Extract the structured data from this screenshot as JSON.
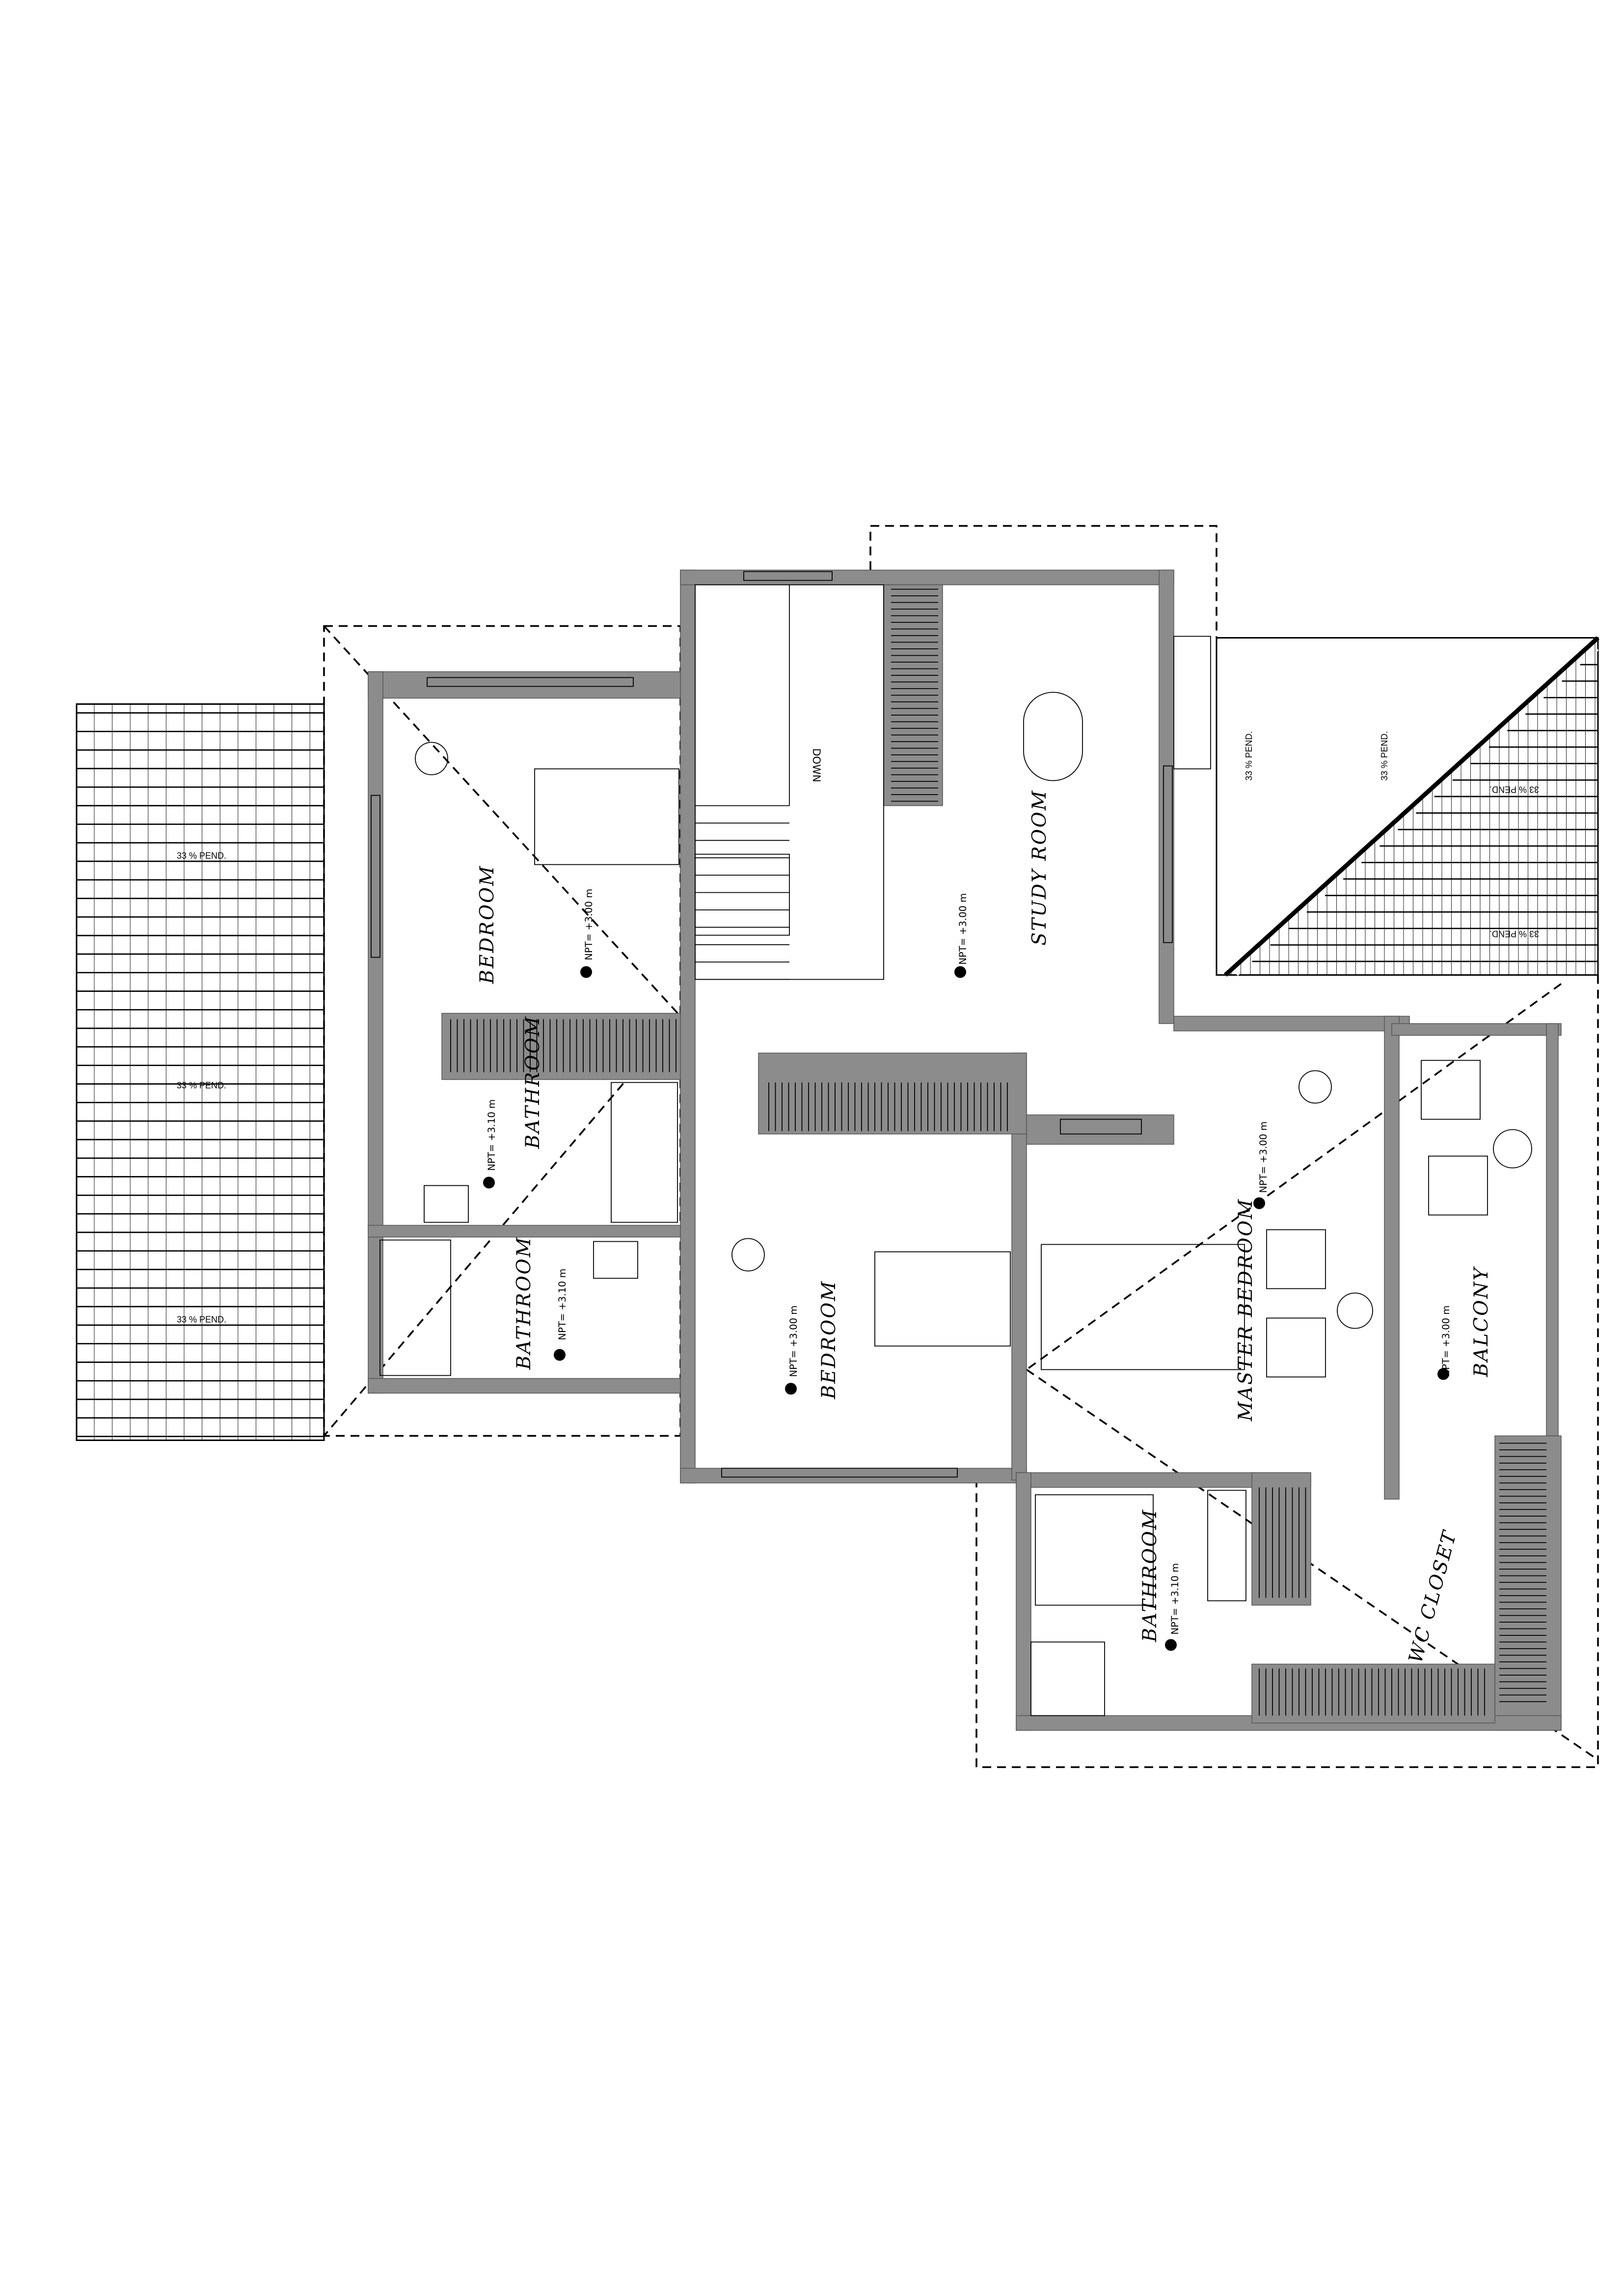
{
  "rooms": [
    {
      "id": "bedroom-left",
      "label": "BEDROOM",
      "level": "NPT=  +3.00  m"
    },
    {
      "id": "bathroom-upper-left",
      "label": "BATHROOM",
      "level": "NPT=  +3.10  m"
    },
    {
      "id": "bathroom-lower-left",
      "label": "BATHROOM",
      "level": "NPT=  +3.10  m"
    },
    {
      "id": "study-room",
      "label": "STUDY ROOM",
      "level": "NPT=  +3.00  m"
    },
    {
      "id": "bedroom-center",
      "label": "BEDROOM",
      "level": "NPT=  +3.00  m"
    },
    {
      "id": "master-bedroom",
      "label": "MASTER BEDROOM",
      "level": "NPT=  +3.00  m"
    },
    {
      "id": "balcony",
      "label": "BALCONY",
      "level": "NPT=  +3.00  m"
    },
    {
      "id": "bathroom-master",
      "label": "BATHROOM",
      "level": "NPT=  +3.10  m"
    },
    {
      "id": "wc-closet",
      "label": "WC CLOSET"
    }
  ],
  "stair": {
    "label": "DOWN"
  },
  "roof": {
    "slope_left": [
      "33 % PEND.",
      "33 % PEND.",
      "33 % PEND."
    ],
    "slope_right": [
      "33 % PEND.",
      "33 % PEND.",
      "33 % PEND.",
      "33 % PEND."
    ]
  },
  "colors": {
    "wall": "#8c8c8c",
    "line": "#000000",
    "background": "#ffffff"
  }
}
